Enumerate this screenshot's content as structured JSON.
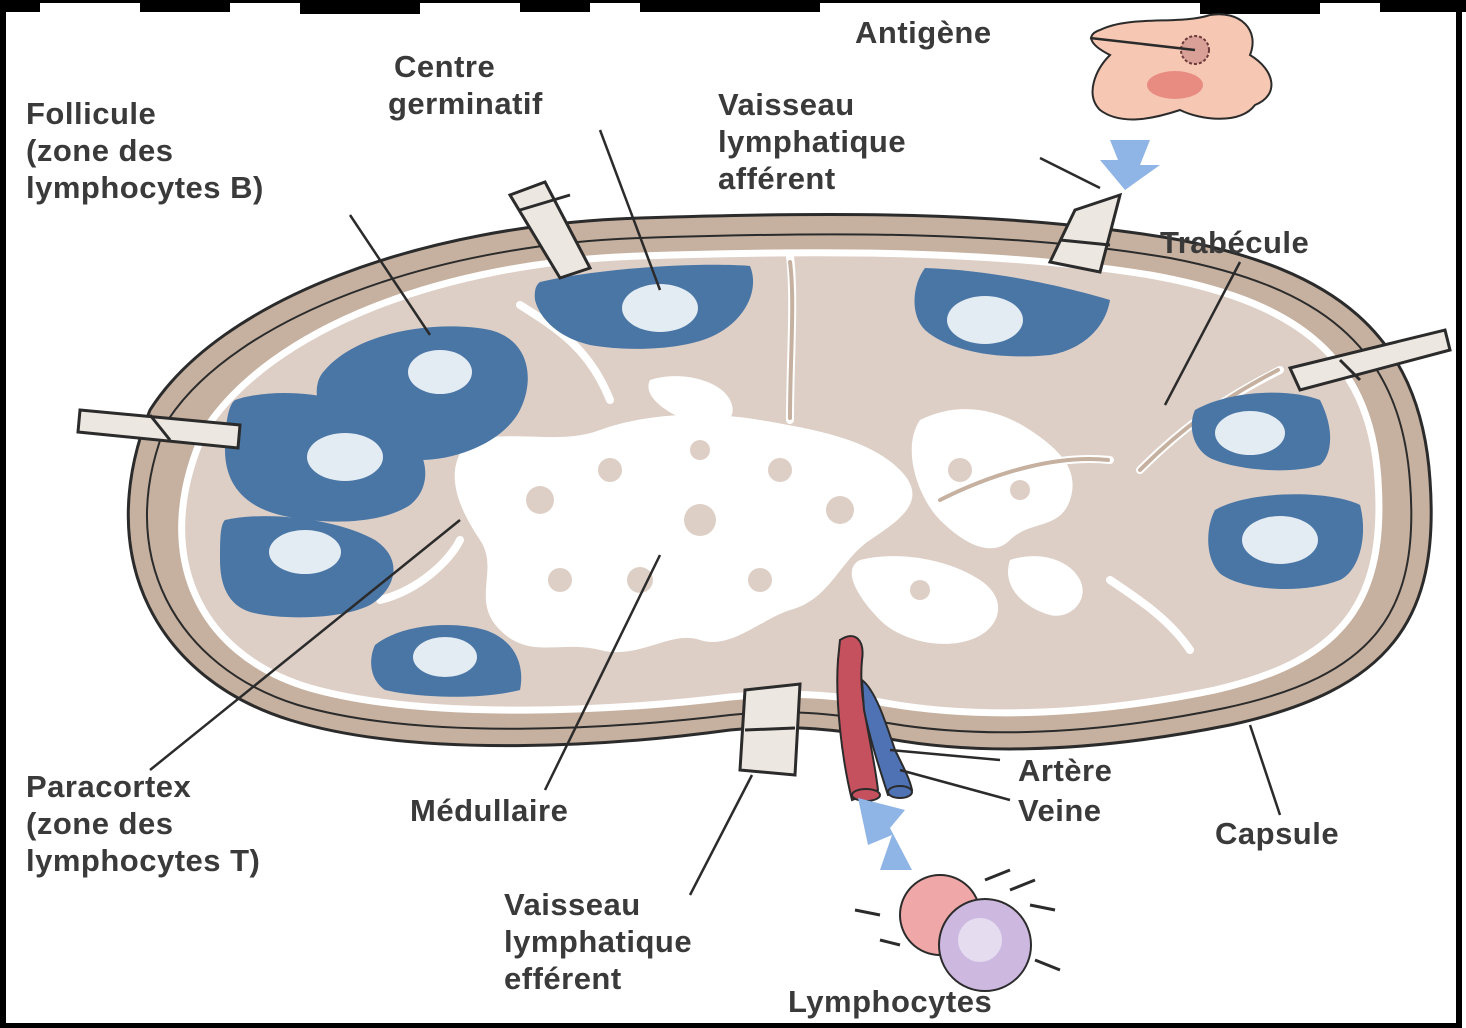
{
  "colors": {
    "capsule": "#c6b1a0",
    "capsule_inner": "#ddcfc6",
    "follicle": "#4a76a5",
    "germinal_center": "#e3ebf3",
    "lymph_vessel": "#ece7e0",
    "artery": "#c5505e",
    "vein": "#4f72b5",
    "arrow": "#8fb4e6",
    "text": "#3a3a3a"
  },
  "icons": [
    "antigen-cell-icon",
    "lymphocyte-cells-icon",
    "flow-arrow-icon"
  ],
  "labels": {
    "follicule": [
      "Follicule",
      "(zone des",
      "lymphocytes B)"
    ],
    "centre": [
      "Centre",
      "germinatif"
    ],
    "antigene": "Antigène",
    "vaisseau_afferent": [
      "Vaisseau",
      "lymphatique",
      "afférent"
    ],
    "trabecule": "Trabécule",
    "paracortex": [
      "Paracortex",
      "(zone des",
      "lymphocytes T)"
    ],
    "medullaire": "Médullaire",
    "artere": "Artère",
    "veine": "Veine",
    "capsule": "Capsule",
    "vaisseau_efferent": [
      "Vaisseau",
      "lymphatique",
      "efférent"
    ],
    "lymphocytes": "Lymphocytes"
  }
}
